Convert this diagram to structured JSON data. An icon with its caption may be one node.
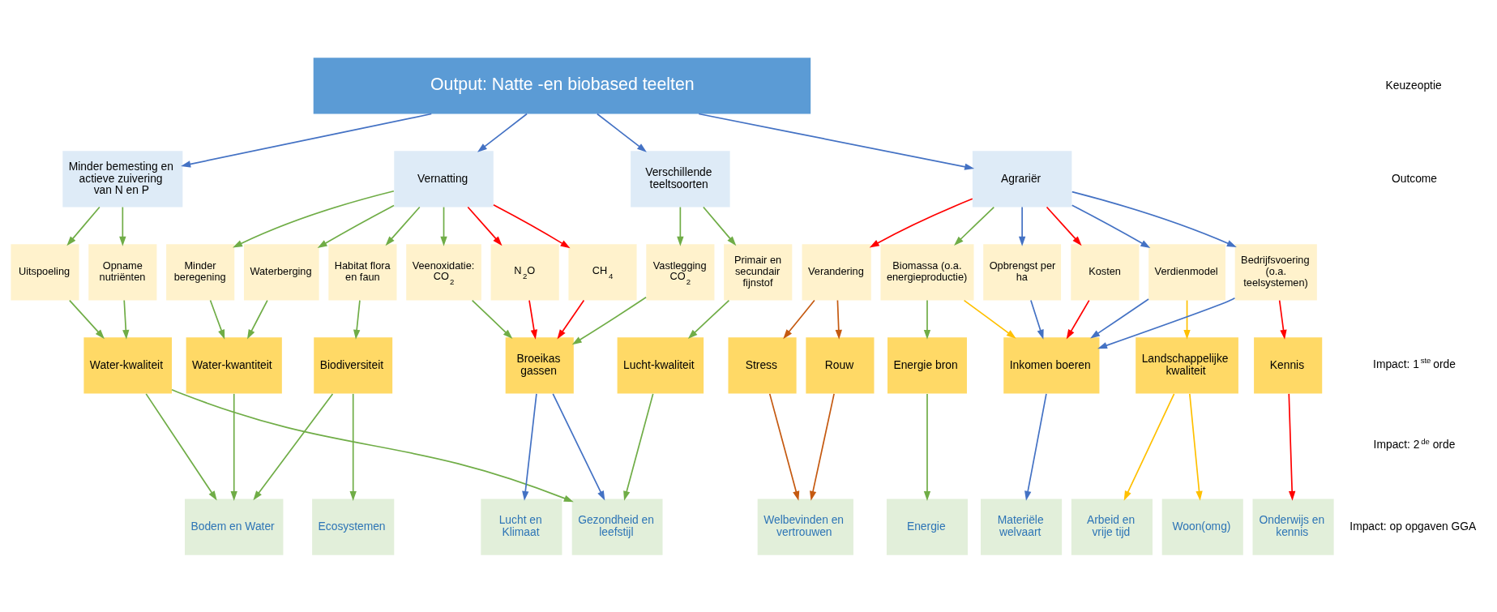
{
  "diagram": {
    "nodes": [
      {
        "text": [
          "Output: Natte -en biobased teelten"
        ]
      },
      {
        "text": [
          "Minder bemesting en actieve zuivering van N en P"
        ]
      },
      {
        "text": [
          "Vernatting"
        ]
      },
      {
        "text": [
          "Verschillende teeltsoorten"
        ]
      },
      {
        "text": [
          "Agrariër"
        ]
      },
      {
        "text": [
          "Uitspoeling"
        ]
      },
      {
        "text": [
          "Opname nutriënten"
        ]
      },
      {
        "text": [
          "Veenoxidatie: CO$_{2}$"
        ]
      },
      {
        "text": [
          "N$_{2}$O"
        ]
      },
      {
        "text": [
          "Minder beregening"
        ]
      },
      {
        "text": [
          "CH$_{4}$"
        ]
      },
      {
        "text": [
          "Waterberging"
        ]
      },
      {
        "text": [
          "Habitat flora en faun"
        ]
      },
      {
        "text": [
          "Vastlegging CO$_{2}$"
        ]
      },
      {
        "text": [
          "Primair en secundair fijnstof"
        ]
      },
      {
        "text": [
          "Opbrengst per ha"
        ]
      },
      {
        "text": [
          "Kosten"
        ]
      },
      {
        "text": [
          "Verdienmodel"
        ]
      },
      {
        "text": [
          "Bedrijfsvoering (o.a. teelsystemen)"
        ]
      },
      {
        "text": [
          "Biomassa (o.a. energieproductie)"
        ]
      },
      {
        "text": [
          "Verandering"
        ]
      },
      {
        "text": [
          "Water-kwaliteit"
        ]
      },
      {
        "text": [
          "Water-kwantiteit"
        ]
      },
      {
        "text": [
          "Biodiversiteit"
        ]
      },
      {
        "text": [
          "Broeikas gassen"
        ]
      },
      {
        "text": [
          "Lucht-kwaliteit"
        ]
      },
      {
        "text": [
          "Landschappelijke kwaliteit"
        ]
      },
      {
        "text": [
          "Energie bron"
        ]
      },
      {
        "text": [
          "Kennis"
        ]
      },
      {
        "text": [
          "Inkomen boeren"
        ]
      },
      {
        "text": [
          "Rouw"
        ]
      },
      {
        "text": [
          "Stress"
        ]
      },
      {
        "text": [
          "Bodem en Water"
        ]
      },
      {
        "text": [
          "Ecosystemen"
        ]
      },
      {
        "text": [
          "Lucht en Klimaat"
        ]
      },
      {
        "text": [
          "Gezondheid en leefstijl"
        ]
      },
      {
        "text": [
          "Woon(omg)"
        ]
      },
      {
        "text": [
          "Arbeid en vrije tijd"
        ]
      },
      {
        "text": [
          "Energie"
        ]
      },
      {
        "text": [
          "Welbevinden en vertrouwen"
        ]
      },
      {
        "text": [
          "Onderwijs en kennis"
        ]
      },
      {
        "text": [
          "Materiële welvaart"
        ]
      }
    ],
    "edges": [
      {
        "from": 0,
        "to": 1,
        "arrow": "to",
        "color": "#4472c4"
      },
      {
        "from": 0,
        "to": 2,
        "arrow": "to",
        "color": "#4472c4"
      },
      {
        "from": 0,
        "to": 3,
        "arrow": "to",
        "color": "#4472c4"
      },
      {
        "from": 0,
        "to": 4,
        "arrow": "to",
        "color": "#4472c4"
      },
      {
        "from": 1,
        "to": 5,
        "arrow": "to"
      },
      {
        "from": 1,
        "to": 6,
        "arrow": "to"
      },
      {
        "from": 2,
        "to": 7,
        "arrow": "to"
      },
      {
        "from": 2,
        "to": 8,
        "arrow": "to",
        "color": "#ff0000"
      },
      {
        "from": 2,
        "to": 9,
        "arrow": "to"
      },
      {
        "from": 2,
        "to": 10,
        "arrow": "to",
        "color": "#ff0000"
      },
      {
        "from": 2,
        "to": 11,
        "arrow": "to"
      },
      {
        "from": 2,
        "to": 12,
        "arrow": "to"
      },
      {
        "from": 3,
        "to": 13,
        "arrow": "to"
      },
      {
        "from": 3,
        "to": 14,
        "arrow": "to"
      },
      {
        "from": 4,
        "to": 15,
        "arrow": "to",
        "color": "#4472c4"
      },
      {
        "from": 4,
        "to": 16,
        "arrow": "to",
        "color": "#ff0000"
      },
      {
        "from": 4,
        "to": 17,
        "arrow": "to",
        "color": "#4472c4"
      },
      {
        "from": 4,
        "to": 18,
        "arrow": "to",
        "color": "#4472c4"
      },
      {
        "from": 4,
        "to": 19,
        "arrow": "to"
      },
      {
        "from": 4,
        "to": 20,
        "arrow": "to",
        "color": "#ff0000"
      },
      {
        "from": 5,
        "to": 21,
        "arrow": "to"
      },
      {
        "from": 6,
        "to": 21,
        "arrow": "to"
      },
      {
        "from": 7,
        "to": 24,
        "arrow": "to"
      },
      {
        "from": 8,
        "to": 24,
        "arrow": "to",
        "color": "#ff0000"
      },
      {
        "from": 9,
        "to": 22,
        "arrow": "to"
      },
      {
        "from": 10,
        "to": 24,
        "arrow": "to",
        "color": "#ff0000"
      },
      {
        "from": 11,
        "to": 22,
        "arrow": "to"
      },
      {
        "from": 12,
        "to": 23,
        "arrow": "to"
      },
      {
        "from": 13,
        "to": 24,
        "arrow": "to"
      },
      {
        "from": 14,
        "to": 25,
        "arrow": "to"
      },
      {
        "from": 15,
        "to": 29,
        "arrow": "to",
        "color": "#4472c4"
      },
      {
        "from": 16,
        "to": 29,
        "arrow": "to",
        "color": "#ff0000"
      },
      {
        "from": 17,
        "to": 26,
        "arrow": "to",
        "color": "#ffc000"
      },
      {
        "from": 17,
        "to": 29,
        "arrow": "to",
        "color": "#4472c4"
      },
      {
        "from": 18,
        "to": 28,
        "arrow": "to",
        "color": "#ff0000"
      },
      {
        "from": 18,
        "to": 29,
        "arrow": "to",
        "color": "#4472c4"
      },
      {
        "from": 19,
        "to": 27,
        "arrow": "to"
      },
      {
        "from": 19,
        "to": 29,
        "arrow": "to",
        "color": "#ffc000"
      },
      {
        "from": 20,
        "to": 30,
        "arrow": "to",
        "color": "#c55a11"
      },
      {
        "from": 20,
        "to": 31,
        "arrow": "to",
        "color": "#c55a11"
      },
      {
        "from": 21,
        "to": 32,
        "arrow": "to"
      },
      {
        "from": 21,
        "to": 35,
        "arrow": "to"
      },
      {
        "from": 22,
        "to": 32,
        "arrow": "to"
      },
      {
        "from": 23,
        "to": 32,
        "arrow": "to"
      },
      {
        "from": 23,
        "to": 33,
        "arrow": "to"
      },
      {
        "from": 24,
        "to": 34,
        "arrow": "to",
        "color": "#4472c4"
      },
      {
        "from": 24,
        "to": 35,
        "arrow": "to",
        "color": "#4472c4"
      },
      {
        "from": 25,
        "to": 35,
        "arrow": "to"
      },
      {
        "from": 26,
        "to": 36,
        "arrow": "to",
        "color": "#ffc000"
      },
      {
        "from": 26,
        "to": 37,
        "arrow": "to",
        "color": "#ffc000"
      },
      {
        "from": 27,
        "to": 38,
        "arrow": "to"
      },
      {
        "from": 28,
        "to": 40,
        "arrow": "to",
        "color": "#ff0000"
      },
      {
        "from": 29,
        "to": 41,
        "arrow": "to",
        "color": "#4472c4"
      },
      {
        "from": 30,
        "to": 39,
        "arrow": "to",
        "color": "#c55a11"
      },
      {
        "from": 31,
        "to": 39,
        "arrow": "to",
        "color": "#c55a11"
      }
    ],
    "labels": [
      "Keuzeoptie",
      "Outcome",
      "Impact: 1$^{ste}$ orde",
      "Impact: 2$^{de}$ orde",
      "Impact: op opgaven GGA"
    ]
  }
}
